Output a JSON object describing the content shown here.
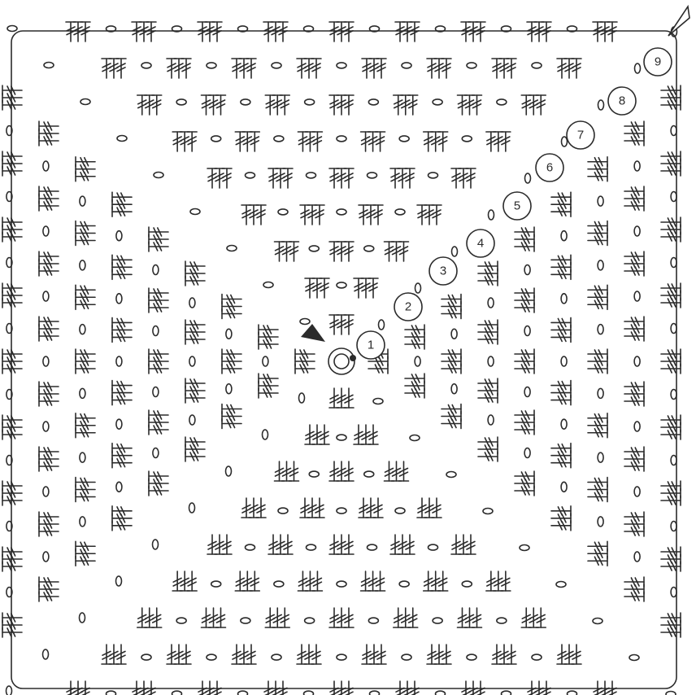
{
  "diagram": {
    "row_labels": [
      "1",
      "2",
      "3",
      "4",
      "5",
      "6",
      "7",
      "8",
      "9"
    ],
    "start_marker": "filled-triangle",
    "end_marker": "open-triangle",
    "colors": {
      "ink": "#2b2b2b",
      "background": "#ffffff"
    }
  }
}
